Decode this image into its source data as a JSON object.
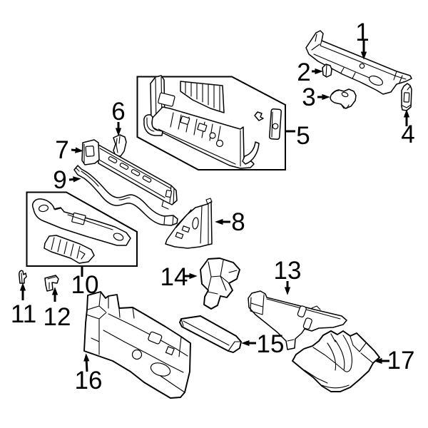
{
  "diagram": {
    "type": "exploded-parts-diagram",
    "background_color": "#ffffff",
    "line_color": "#000000",
    "callouts": [
      "1",
      "2",
      "3",
      "4",
      "5",
      "6",
      "7",
      "8",
      "9",
      "10",
      "11",
      "12",
      "13",
      "14",
      "15",
      "16",
      "17"
    ]
  }
}
